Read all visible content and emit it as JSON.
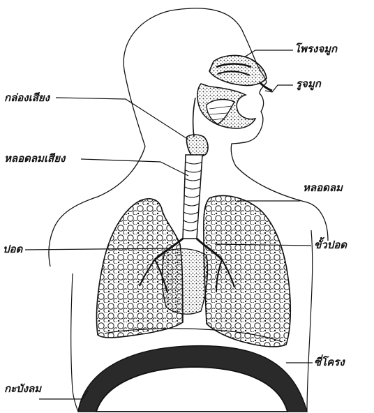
{
  "labels": {
    "nasal_cavity": "โพรงจมูก",
    "nostril": "รูจมูก",
    "larynx": "กล่องเสียง",
    "vocal_tube": "หลอดลมเสียง",
    "trachea": "หลอดลม",
    "lung": "ปอด",
    "bronchus": "ขั้วปอด",
    "rib": "ซี่โครง",
    "diaphragm": "กะบังลม"
  },
  "colors": {
    "ink": "#111111",
    "paper": "#ffffff",
    "shade": "#2a2a2a"
  }
}
